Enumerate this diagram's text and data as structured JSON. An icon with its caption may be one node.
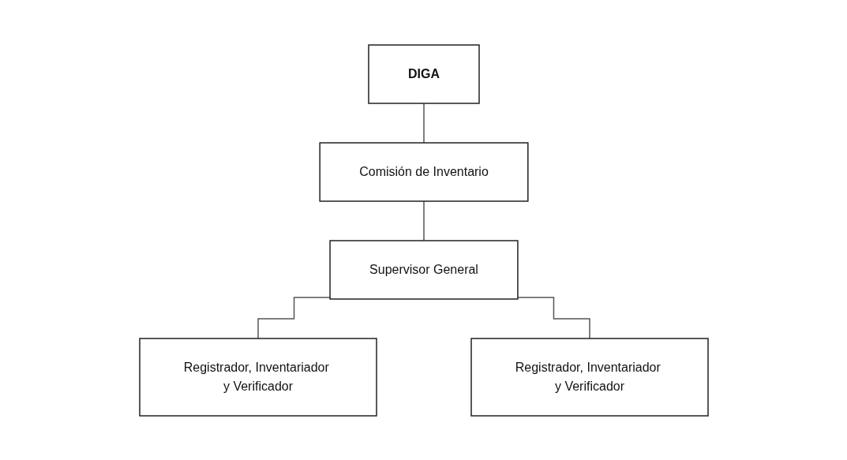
{
  "diagram": {
    "nodes": [
      {
        "text": [
          "DIGA"
        ]
      },
      {
        "text": [
          "Comisión de Inventario"
        ]
      },
      {
        "text": [
          "Supervisor General"
        ]
      },
      {
        "text": [
          "Registrador, Inventariador y Verificador"
        ]
      },
      {
        "text": [
          "Registrador, Inventariador y Verificador"
        ]
      }
    ],
    "edges": [
      {
        "from": 0,
        "to": 1,
        "arrow": "none"
      },
      {
        "from": 1,
        "to": 2,
        "arrow": "none"
      },
      {
        "from": 2,
        "to": 3,
        "arrow": "none"
      },
      {
        "from": 2,
        "to": 4,
        "arrow": "none"
      }
    ]
  }
}
